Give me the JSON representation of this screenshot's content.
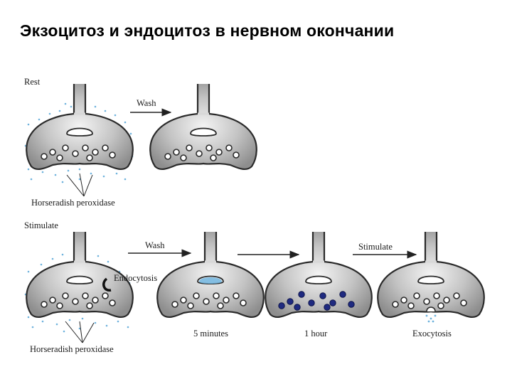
{
  "title": "Экзоцитоз и эндоцитоз в нервном окончании",
  "labels": {
    "rest": "Rest",
    "wash_top": "Wash",
    "hrp_top": "Horseradish peroxidase",
    "stimulate_left": "Stimulate",
    "wash_bottom": "Wash",
    "stimulate_right": "Stimulate",
    "endocytosis": "Endocytosis",
    "five_minutes": "5 minutes",
    "one_hour": "1 hour",
    "exocytosis": "Exocytosis",
    "hrp_bottom": "Horseradish peroxidase"
  },
  "colors": {
    "terminal_outline": "#2a2a2a",
    "terminal_shading": "#9a9a9a",
    "hrp_dots": "#6fb3dd",
    "labeled_vesicle": "#1f2a80"
  }
}
